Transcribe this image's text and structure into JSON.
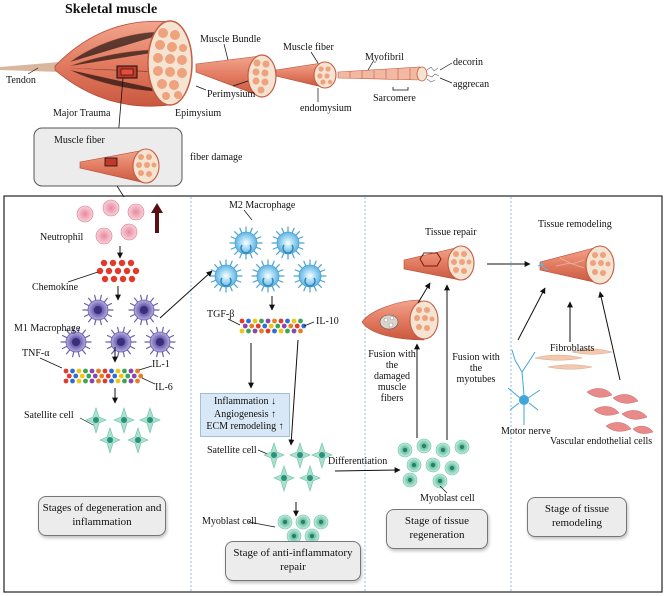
{
  "top": {
    "title": "Skeletal muscle",
    "tendon": "Tendon",
    "muscle_bundle": "Muscle Bundle",
    "muscle_fiber": "Muscle fiber",
    "myofibril": "Myofibril",
    "decorin": "decorin",
    "aggrecan": "aggrecan",
    "major_trauma": "Major Trauma",
    "epimysium": "Epimysium",
    "perimysium": "Perimysium",
    "endomysium": "endomysium",
    "sarcomere": "Sarcomere",
    "inset_label": "Muscle fiber",
    "fiber_damage": "fiber damage"
  },
  "col1": {
    "neutrophil": "Neutrophil",
    "chemokine": "Chemokine",
    "m1_macrophage": "M1 Macrophage",
    "tnf": "TNF-α",
    "il1": "IL-1",
    "il6": "IL-6",
    "satellite": "Satellite cell",
    "stage": "Stages of degeneration and inflammation"
  },
  "col2": {
    "m2_macrophage": "M2 Macrophage",
    "tgf": "TGF-β",
    "il10": "IL-10",
    "inflammation": "Inflammation",
    "angiogenesis": "Angiogenesis",
    "ecm": "ECM remodeling",
    "satellite": "Satellite cell",
    "myoblast": "Myoblast cell",
    "stage": "Stage of anti-inflammatory repair"
  },
  "col3": {
    "tissue_repair": "Tissue repair",
    "differentiation": "Differentiation",
    "fusion_damaged": "Fusion with the damaged muscle fibers",
    "fusion_myotubes": "Fusion with the myotubes",
    "myoblast": "Myoblast cell",
    "stage": "Stage of tissue regeneration"
  },
  "col4": {
    "tissue_remodeling": "Tissue remodeling",
    "fibroblasts": "Fibroblasts",
    "motor_nerve": "Motor nerve",
    "vascular": "Vascular endothelial cells",
    "stage": "Stage of tissue remodeling"
  },
  "colors": {
    "muscle": "#e8826a",
    "muscle_dark": "#c8553e",
    "fiber_end": "#f7e3d3",
    "neutrophil": "#f4b6c2",
    "chemokine": "#e23a2a",
    "m1": "#8a7fc4",
    "m2": "#79c3ea",
    "satellite": "#8fd3bb",
    "infobox": "#d8e8f6"
  }
}
